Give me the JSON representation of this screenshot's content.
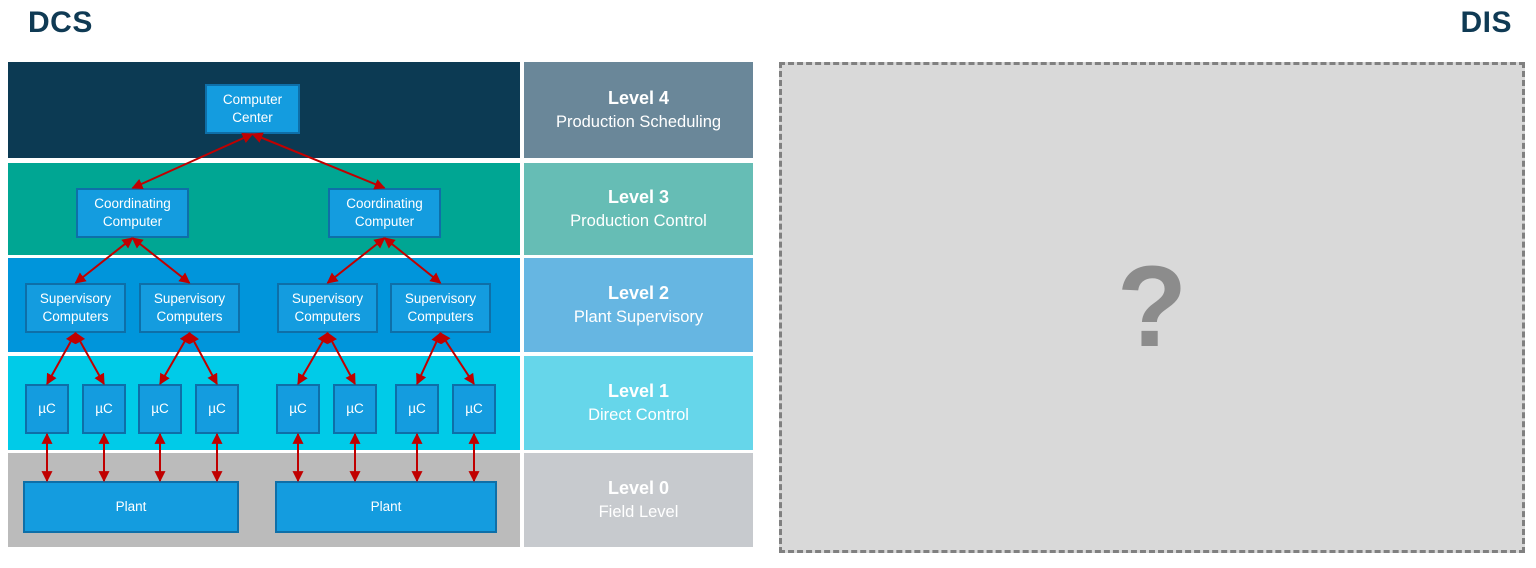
{
  "titles": {
    "left": "DCS",
    "right": "DIS"
  },
  "levels": [
    {
      "name": "Level 4",
      "sublabel": "Production Scheduling"
    },
    {
      "name": "Level 3",
      "sublabel": "Production Control"
    },
    {
      "name": "Level 2",
      "sublabel": "Plant Supervisory"
    },
    {
      "name": "Level 1",
      "sublabel": "Direct Control"
    },
    {
      "name": "Level 0",
      "sublabel": "Field Level"
    }
  ],
  "nodes": {
    "computer_center": "Computer Center",
    "coordinating": [
      "Coordinating Computer",
      "Coordinating Computer"
    ],
    "supervisory": [
      "Supervisory Computers",
      "Supervisory Computers",
      "Supervisory Computers",
      "Supervisory Computers"
    ],
    "micro_controllers": [
      "µC",
      "µC",
      "µC",
      "µC",
      "µC",
      "µC",
      "µC",
      "µC"
    ],
    "plants": [
      "Plant",
      "Plant"
    ]
  },
  "dis": {
    "placeholder": "?"
  },
  "colors": {
    "title": "#0F3A54",
    "band_level4": "#0C3A53",
    "band_level3": "#00A693",
    "band_level2": "#0095DB",
    "band_level1": "#00CBE8",
    "band_level0": "#BBBBBB",
    "label_level4": "#6A8799",
    "label_level3": "#66BDB5",
    "label_level2": "#66B6E2",
    "label_level1": "#66D6EA",
    "label_level0": "#C7CACE",
    "node_fill": "#149CDF",
    "node_border": "#0E6FA8",
    "arrow": "#C00000",
    "dis_fill": "#D9D9D9",
    "dis_border": "#808080",
    "question_mark": "#8C8C8C"
  }
}
